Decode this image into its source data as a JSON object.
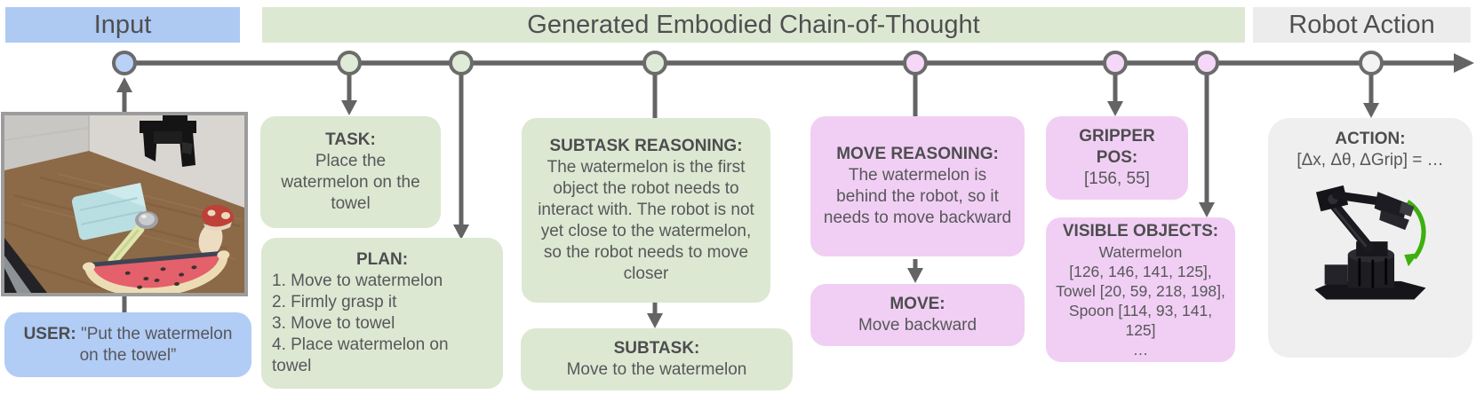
{
  "headers": {
    "input": "Input",
    "cot": "Generated Embodied Chain-of-Thought",
    "robot_action": "Robot Action"
  },
  "boxes": {
    "user": {
      "label": "USER:",
      "text": "\"Put the watermelon on the towel”"
    },
    "task": {
      "label": "TASK:",
      "text": "Place the watermelon on the towel"
    },
    "plan": {
      "label": "PLAN:",
      "text": "1. Move to watermelon\n2. Firmly grasp it\n3. Move to towel\n4. Place watermelon on towel"
    },
    "subtask_reasoning": {
      "label": "SUBTASK REASONING:",
      "text": "The watermelon is the first object the robot needs to interact with. The robot is not yet close to the watermelon, so the robot needs to move closer"
    },
    "subtask": {
      "label": "SUBTASK:",
      "text": "Move to the watermelon"
    },
    "move_reasoning": {
      "label": "MOVE REASONING:",
      "text": "The watermelon is behind the robot, so it needs to move backward"
    },
    "move": {
      "label": "MOVE:",
      "text": "Move backward"
    },
    "gripper_pos": {
      "label": "GRIPPER\nPOS:",
      "text": "[156, 55]"
    },
    "visible_objects": {
      "label": "VISIBLE OBJECTS:",
      "text": "Watermelon\n[126, 146, 141, 125],\nTowel [20, 59, 218, 198],\nSpoon [114, 93, 141, 125]\n…"
    },
    "action": {
      "label": "ACTION:",
      "text": "[Δx, Δθ, ΔGrip] = …"
    }
  },
  "icons": {
    "timeline_arrow": "right-arrow",
    "rotation_arrow": "green-curved-arrow",
    "input_image": "robot-camera-view-watermelon-towel-spoon",
    "robot_image": "black-robot-arm"
  },
  "colors": {
    "blue": "#aecaf2",
    "green": "#dce8d2",
    "pink": "#f1cff4",
    "gray_box": "#efefef",
    "line": "#646464",
    "node_blue": "#b9d1f7",
    "node_green": "#dfead7",
    "node_pink": "#f5d7f8",
    "node_white": "#f3f3f3",
    "green_arrow": "#3cb00e"
  }
}
